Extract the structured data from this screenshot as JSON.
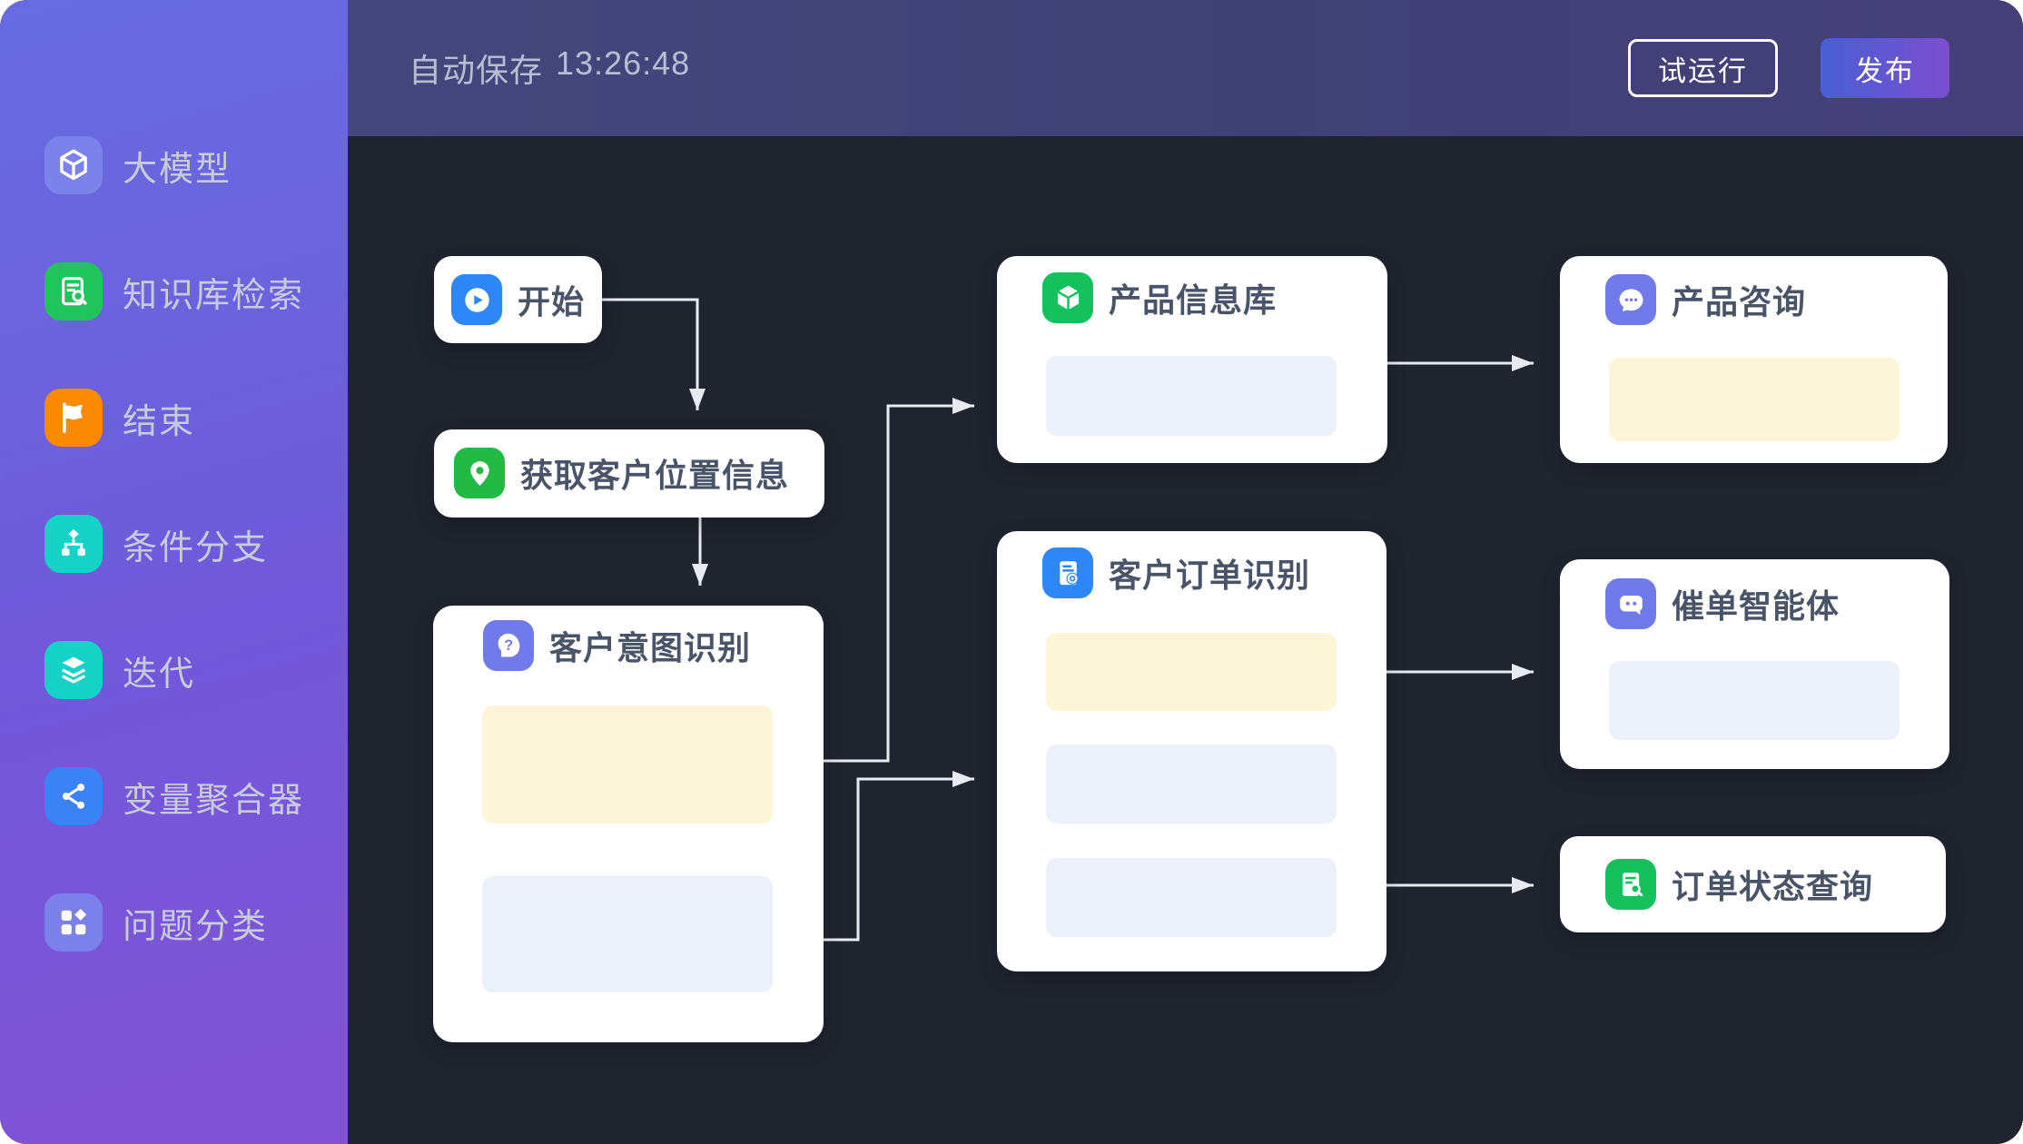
{
  "header": {
    "autosave_label": "自动保存",
    "autosave_time": "13:26:48",
    "test_run_button": "试运行",
    "publish_button": "发布",
    "bar_color": "#414378",
    "publish_gradient_start": "#4a5fd3",
    "publish_gradient_end": "#7a4ecf"
  },
  "sidebar": {
    "gradient_top": "#686ce0",
    "gradient_bottom": "#8153d4",
    "items": [
      {
        "label": "大模型",
        "icon": "cube-outline-icon",
        "icon_bg": "#7b82ea"
      },
      {
        "label": "知识库检索",
        "icon": "doc-search-icon",
        "icon_bg": "#21c35c"
      },
      {
        "label": "结束",
        "icon": "flag-icon",
        "icon_bg": "#fa8a00"
      },
      {
        "label": "条件分支",
        "icon": "branch-icon",
        "icon_bg": "#14d2c6"
      },
      {
        "label": "迭代",
        "icon": "layers-icon",
        "icon_bg": "#14d2c6"
      },
      {
        "label": "变量聚合器",
        "icon": "share-icon",
        "icon_bg": "#3b82f7"
      },
      {
        "label": "问题分类",
        "icon": "grid-icon",
        "icon_bg": "#7b80ea"
      }
    ]
  },
  "canvas": {
    "background": "#20242f",
    "wire_color": "#e9ebf2",
    "block_colors": {
      "highlight": "#fcf5d8",
      "field": "#ecf0f8"
    },
    "nodes": {
      "start": {
        "title": "开始",
        "icon": "play-icon",
        "icon_bg": "#2e87f7",
        "blocks": []
      },
      "get_location": {
        "title": "获取客户位置信息",
        "icon": "location-pin-icon",
        "icon_bg": "#22ba44",
        "blocks": []
      },
      "intent": {
        "title": "客户意图识别",
        "icon": "head-question-icon",
        "icon_bg": "#707ae9",
        "blocks": [
          "highlight",
          "field"
        ]
      },
      "product_info": {
        "title": "产品信息库",
        "icon": "cube-icon",
        "icon_bg": "#16c05d",
        "blocks": [
          "field"
        ]
      },
      "order_recognition": {
        "title": "客户订单识别",
        "icon": "doc-eye-icon",
        "icon_bg": "#2e87f7",
        "blocks": [
          "highlight",
          "field",
          "field"
        ]
      },
      "product_consult": {
        "title": "产品咨询",
        "icon": "chat-ellipsis-icon",
        "icon_bg": "#707ae9",
        "blocks": [
          "highlight"
        ]
      },
      "reminder_agent": {
        "title": "催单智能体",
        "icon": "chat-robot-icon",
        "icon_bg": "#707ae9",
        "blocks": [
          "field"
        ]
      },
      "order_status": {
        "title": "订单状态查询",
        "icon": "doc-search-icon",
        "icon_bg": "#16c05d",
        "blocks": []
      }
    },
    "edges": [
      {
        "from": "start",
        "to": "get_location"
      },
      {
        "from": "get_location",
        "to": "intent"
      },
      {
        "from": "intent",
        "to": "product_info"
      },
      {
        "from": "intent",
        "to": "order_recognition"
      },
      {
        "from": "product_info",
        "to": "product_consult"
      },
      {
        "from": "order_recognition",
        "to": "reminder_agent"
      },
      {
        "from": "order_recognition",
        "to": "order_status"
      }
    ]
  }
}
